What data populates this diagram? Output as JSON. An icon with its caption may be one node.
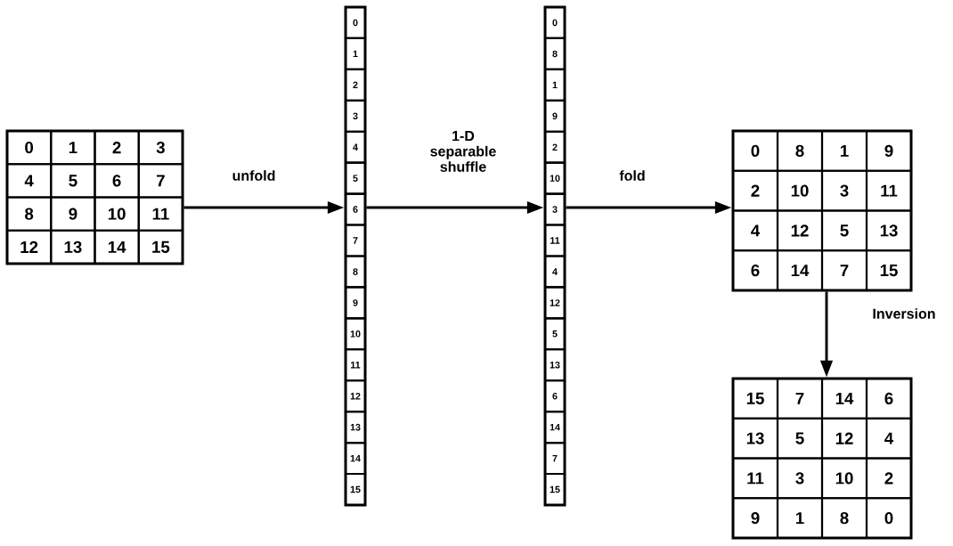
{
  "diagram": {
    "nodes": [
      {
        "text": [],
        "shape": "box"
      },
      {
        "text": [
          "0"
        ],
        "in": 0
      },
      {
        "text": [
          "1"
        ],
        "in": 0
      },
      {
        "text": [
          "2"
        ],
        "in": 0
      },
      {
        "text": [
          "3"
        ],
        "in": 0
      },
      {
        "text": [
          "4"
        ],
        "in": 0
      },
      {
        "text": [
          "5"
        ],
        "in": 0
      },
      {
        "text": [
          "6"
        ],
        "in": 0
      },
      {
        "text": [
          "7"
        ],
        "in": 0
      },
      {
        "text": [
          "8"
        ],
        "in": 0
      },
      {
        "text": [
          "9"
        ],
        "in": 0
      },
      {
        "text": [
          "10"
        ],
        "in": 0
      },
      {
        "text": [
          "11"
        ],
        "in": 0
      },
      {
        "text": [
          "12"
        ],
        "in": 0
      },
      {
        "text": [
          "13"
        ],
        "in": 0
      },
      {
        "text": [
          "14"
        ],
        "in": 0
      },
      {
        "text": [
          "15"
        ],
        "in": 0
      },
      {
        "text": [],
        "shape": "box"
      },
      {
        "text": [
          "0"
        ],
        "in": 17
      },
      {
        "text": [
          "1"
        ],
        "in": 17
      },
      {
        "text": [
          "2"
        ],
        "in": 17
      },
      {
        "text": [
          "3"
        ],
        "in": 17
      },
      {
        "text": [
          "4"
        ],
        "in": 17
      },
      {
        "text": [
          "5"
        ],
        "in": 17
      },
      {
        "text": [
          "6"
        ],
        "in": 17
      },
      {
        "text": [
          "7"
        ],
        "in": 17
      },
      {
        "text": [
          "8"
        ],
        "in": 17
      },
      {
        "text": [
          "9"
        ],
        "in": 17
      },
      {
        "text": [
          "10"
        ],
        "in": 17
      },
      {
        "text": [
          "11"
        ],
        "in": 17
      },
      {
        "text": [
          "12"
        ],
        "in": 17
      },
      {
        "text": [
          "13"
        ],
        "in": 17
      },
      {
        "text": [
          "14"
        ],
        "in": 17
      },
      {
        "text": [
          "15"
        ],
        "in": 17
      },
      {
        "text": [],
        "shape": "box"
      },
      {
        "text": [
          "0"
        ],
        "in": 34
      },
      {
        "text": [
          "8"
        ],
        "in": 34
      },
      {
        "text": [
          "1"
        ],
        "in": 34
      },
      {
        "text": [
          "9"
        ],
        "in": 34
      },
      {
        "text": [
          "2"
        ],
        "in": 34
      },
      {
        "text": [
          "10"
        ],
        "in": 34
      },
      {
        "text": [
          "3"
        ],
        "in": 34
      },
      {
        "text": [
          "11"
        ],
        "in": 34
      },
      {
        "text": [
          "4"
        ],
        "in": 34
      },
      {
        "text": [
          "12"
        ],
        "in": 34
      },
      {
        "text": [
          "5"
        ],
        "in": 34
      },
      {
        "text": [
          "13"
        ],
        "in": 34
      },
      {
        "text": [
          "6"
        ],
        "in": 34
      },
      {
        "text": [
          "14"
        ],
        "in": 34
      },
      {
        "text": [
          "7"
        ],
        "in": 34
      },
      {
        "text": [
          "15"
        ],
        "in": 34
      },
      {
        "text": [],
        "shape": "box"
      },
      {
        "text": [
          "0"
        ],
        "in": 51
      },
      {
        "text": [
          "8"
        ],
        "in": 51
      },
      {
        "text": [
          "1"
        ],
        "in": 51
      },
      {
        "text": [
          "9"
        ],
        "in": 51
      },
      {
        "text": [
          "2"
        ],
        "in": 51
      },
      {
        "text": [
          "10"
        ],
        "in": 51
      },
      {
        "text": [
          "3"
        ],
        "in": 51
      },
      {
        "text": [
          "11"
        ],
        "in": 51
      },
      {
        "text": [
          "4"
        ],
        "in": 51
      },
      {
        "text": [
          "12"
        ],
        "in": 51
      },
      {
        "text": [
          "5"
        ],
        "in": 51
      },
      {
        "text": [
          "13"
        ],
        "in": 51
      },
      {
        "text": [
          "6"
        ],
        "in": 51
      },
      {
        "text": [
          "14"
        ],
        "in": 51
      },
      {
        "text": [
          "7"
        ],
        "in": 51
      },
      {
        "text": [
          "15"
        ],
        "in": 51
      },
      {
        "text": [],
        "shape": "box"
      },
      {
        "text": [
          "15"
        ],
        "in": 68
      },
      {
        "text": [
          "7"
        ],
        "in": 68
      },
      {
        "text": [
          "14"
        ],
        "in": 68
      },
      {
        "text": [
          "6"
        ],
        "in": 68
      },
      {
        "text": [
          "13"
        ],
        "in": 68
      },
      {
        "text": [
          "5"
        ],
        "in": 68
      },
      {
        "text": [
          "12"
        ],
        "in": 68
      },
      {
        "text": [
          "4"
        ],
        "in": 68
      },
      {
        "text": [
          "11"
        ],
        "in": 68
      },
      {
        "text": [
          "3"
        ],
        "in": 68
      },
      {
        "text": [
          "10"
        ],
        "in": 68
      },
      {
        "text": [
          "2"
        ],
        "in": 68
      },
      {
        "text": [
          "9"
        ],
        "in": 68
      },
      {
        "text": [
          "1"
        ],
        "in": 68
      },
      {
        "text": [
          "8"
        ],
        "in": 68
      },
      {
        "text": [
          "0"
        ],
        "in": 68
      }
    ],
    "edges": [
      {
        "from": 0,
        "to": 17,
        "arrow": "to",
        "label": "unfold"
      },
      {
        "from": 17,
        "to": 34,
        "arrow": "to",
        "label": "1-D separable shuffle"
      },
      {
        "from": 34,
        "to": 51,
        "arrow": "to",
        "label": "fold"
      },
      {
        "from": 51,
        "to": 68,
        "arrow": "to",
        "label": "Inversion"
      }
    ]
  }
}
